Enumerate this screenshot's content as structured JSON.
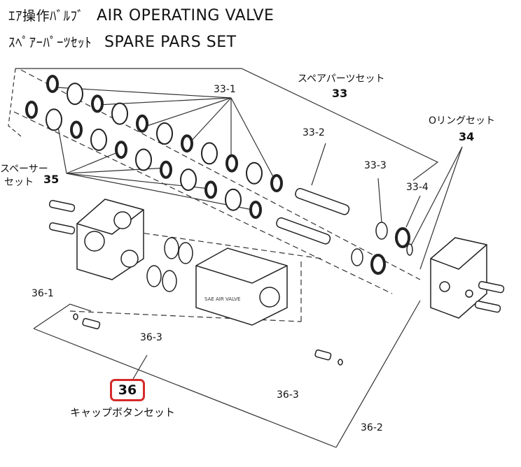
{
  "title": {
    "line1_jp": "ｴｱ操作ﾊﾞﾙﾌﾞ",
    "line1_en": "AIR OPERATING VALVE",
    "line2_jp": "ｽﾍﾟｱｰﾊﾟｰﾂｾｯﾄ",
    "line2_en": "SPARE PARS SET"
  },
  "labels": {
    "part_33_1": "33-1",
    "spare_parts_set": "スペアパーツセット",
    "num_33": "33",
    "part_33_2": "33-2",
    "part_33_3": "33-3",
    "part_33_4": "33-4",
    "oring_set": "Oリングセット",
    "num_34": "34",
    "spacer": "スペーサー",
    "spacer_set": "セット",
    "num_35": "35",
    "part_36_1": "36-1",
    "part_36_3_left": "36-3",
    "num_36": "36",
    "cap_button_set": "キャップボタンセット",
    "part_36_3_right": "36-3",
    "part_36_2": "36-2"
  },
  "colors": {
    "highlight": "#d42a2a",
    "line": "#333333"
  }
}
